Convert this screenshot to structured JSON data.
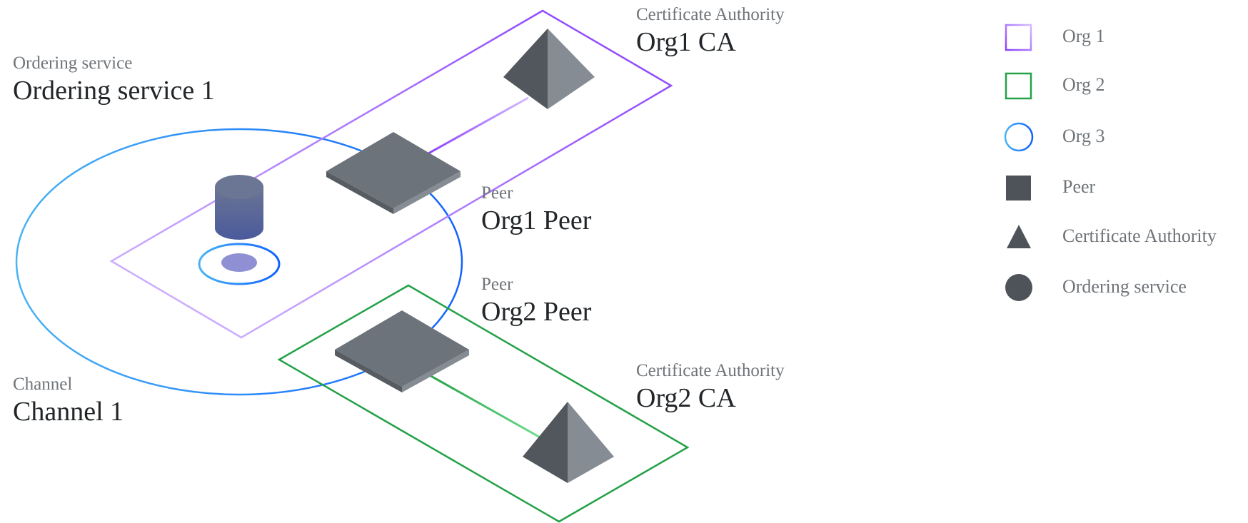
{
  "nodes": {
    "ordering": {
      "kind": "Ordering service",
      "name": "Ordering service 1"
    },
    "org1_ca": {
      "kind": "Certificate Authority",
      "name": "Org1 CA"
    },
    "org1_peer": {
      "kind": "Peer",
      "name": "Org1 Peer"
    },
    "org2_peer": {
      "kind": "Peer",
      "name": "Org2 Peer"
    },
    "org2_ca": {
      "kind": "Certificate Authority",
      "name": "Org2 CA"
    },
    "channel": {
      "kind": "Channel",
      "name": "Channel 1"
    }
  },
  "legend": [
    {
      "label": "Org 1",
      "icon": "org1-square-outline-icon",
      "color": "#8a3ffc"
    },
    {
      "label": "Org 2",
      "icon": "org2-square-outline-icon",
      "color": "#24a148"
    },
    {
      "label": "Org 3",
      "icon": "org3-circle-outline-icon",
      "color": "#0f62fe"
    },
    {
      "label": "Peer",
      "icon": "peer-square-icon",
      "color": "#4d5358"
    },
    {
      "label": "Certificate Authority",
      "icon": "ca-triangle-icon",
      "color": "#4d5358"
    },
    {
      "label": "Ordering service",
      "icon": "ordering-circle-icon",
      "color": "#4d5358"
    }
  ],
  "colors": {
    "org1": "#8a3ffc",
    "org1_light": "#d4bbff",
    "org2": "#24a148",
    "org2_light": "#6fdc8c",
    "channel": "#4ab3f4",
    "channel_dark": "#0f62fe",
    "node_dark": "#5a6066",
    "node_mid": "#6d737a",
    "node_light": "#868c93",
    "cylinder": "#5c6ea0"
  }
}
